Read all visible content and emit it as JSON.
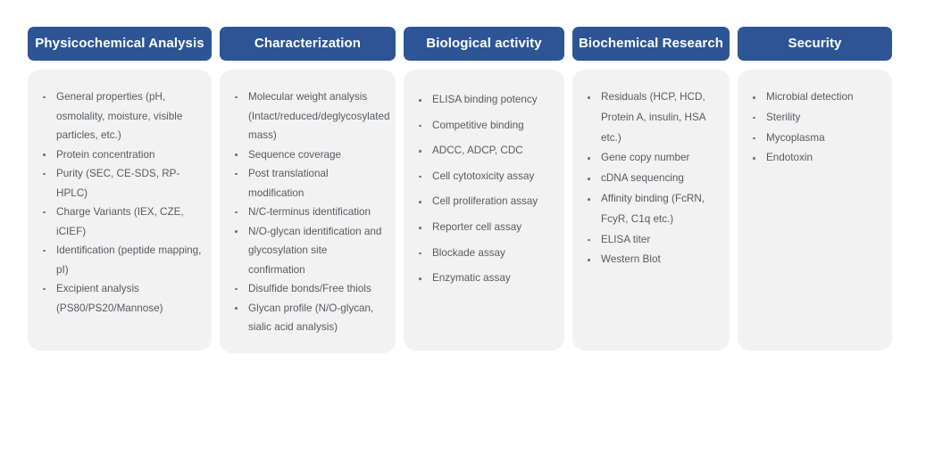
{
  "theme": {
    "header_blue": "#2D5596",
    "panel_bg": "#F2F2F2",
    "text_gray": "#575B60",
    "bullet_gray": "#6E7377",
    "page_bg": "#FFFFFF"
  },
  "columns": [
    {
      "header": "Physicochemical Analysis",
      "items": [
        "General properties (pH, osmolality, moisture, visible particles, etc.)",
        "Protein concentration",
        "Purity (SEC,  CE-SDS, RP-HPLC)",
        "Charge Variants (IEX, CZE, iCIEF)",
        "Identification (peptide mapping, pI)",
        "Excipient analysis (PS80/PS20/Mannose)"
      ]
    },
    {
      "header": "Characterization",
      "items": [
        "Molecular weight analysis (Intact/reduced/deglycosylated mass)",
        "Sequence coverage",
        "Post translational modification",
        "N/C-terminus identification",
        "N/O-glycan identification and glycosylation site confirmation",
        "Disulfide bonds/Free thiols",
        "Glycan profile (N/O-glycan, sialic acid analysis)"
      ]
    },
    {
      "header": "Biological activity",
      "items": [
        "ELISA binding potency",
        "Competitive binding",
        "ADCC, ADCP, CDC",
        "Cell cytotoxicity assay",
        "Cell proliferation assay",
        "Reporter cell assay",
        "Blockade assay",
        "Enzymatic assay"
      ]
    },
    {
      "header": "Biochemical Research",
      "items": [
        "Residuals (HCP, HCD, Protein A, insulin, HSA etc.)",
        "Gene copy number",
        "cDNA sequencing",
        "Affinity binding (FcRN, FcyR, C1q etc.)",
        "ELISA titer",
        "Western Blot"
      ]
    },
    {
      "header": "Security",
      "items": [
        "Microbial detection",
        "Sterility",
        "Mycoplasma",
        "Endotoxin"
      ]
    }
  ]
}
